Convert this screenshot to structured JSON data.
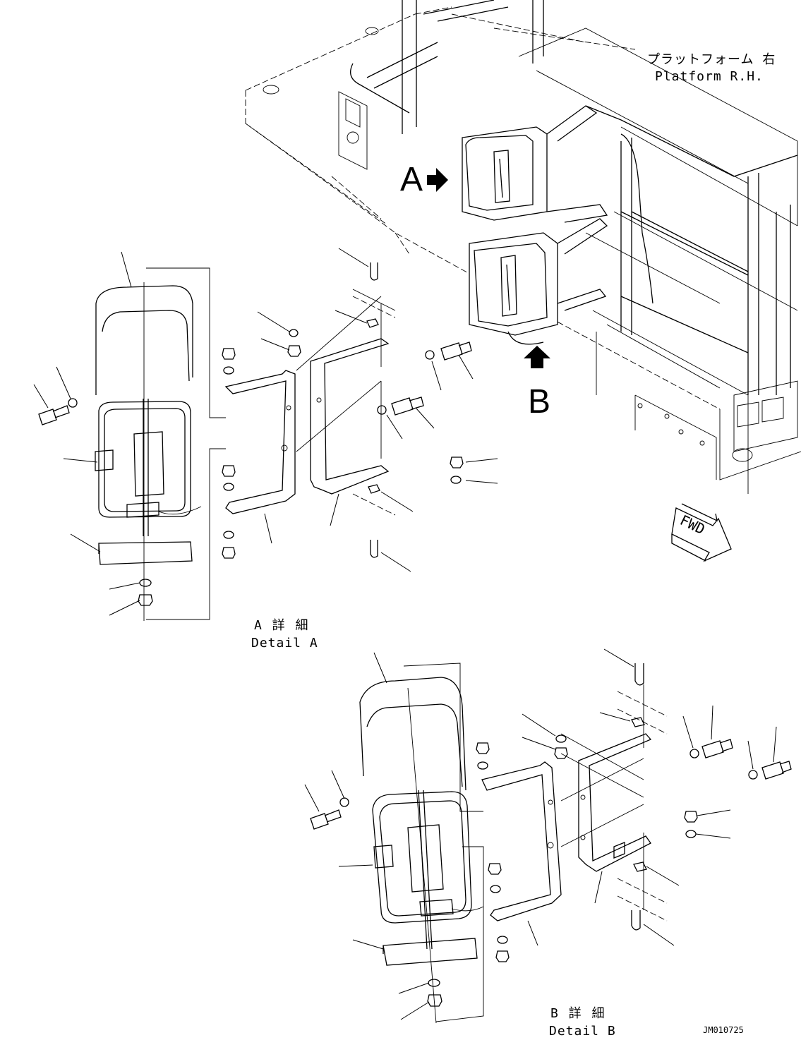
{
  "labels": {
    "platform_jp": "プラットフォーム 右",
    "platform_en": "Platform R.H.",
    "view_a": "A",
    "view_b": "B",
    "detail_a_jp": "A 詳 細",
    "detail_a_en": "Detail A",
    "detail_b_jp": "B 詳 細",
    "detail_b_en": "Detail B",
    "fwd": "FWD",
    "drawing_id": "JM010725"
  }
}
